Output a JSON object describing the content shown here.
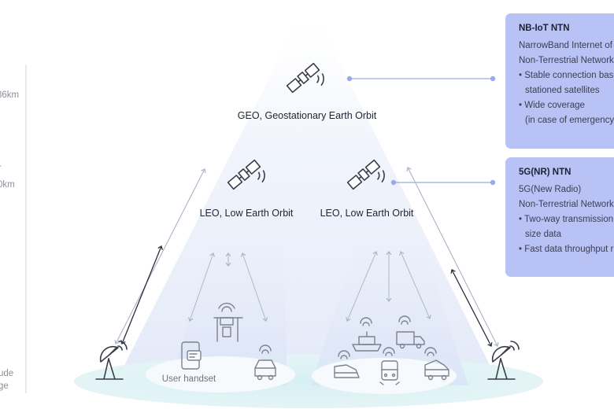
{
  "altitude_axis": {
    "tick_1": "36km",
    "tick_2": "0km",
    "bottom_line_1": "ude",
    "bottom_line_2": "ge"
  },
  "orbits": {
    "geo": "GEO, Geostationary Earth Orbit",
    "leo_left": "LEO, Low Earth Orbit",
    "leo_right": "LEO, Low Earth Orbit"
  },
  "devices": {
    "user_handset": "User handset"
  },
  "panels": {
    "nbiot": {
      "title": "NB-IoT NTN",
      "line1": "NarrowBand Internet of",
      "line2": "Non-Terrestrial Network",
      "bullet1a": "Stable connection base",
      "bullet1b": "stationed satellites",
      "bullet2a": "Wide coverage",
      "bullet2b": "(in case of emergency)"
    },
    "nr": {
      "title": "5G(NR) NTN",
      "line1": "5G(New Radio)",
      "line2": "Non-Terrestrial Network",
      "bullet1a": "Two-way transmission",
      "bullet1b": "size data",
      "bullet2": "Fast data throughput r"
    }
  },
  "colors": {
    "accent_panel": "#b8c2f4",
    "icon_stroke": "#3a3d48",
    "beam": "#eef2fb",
    "ground": "#dcf2f5"
  }
}
